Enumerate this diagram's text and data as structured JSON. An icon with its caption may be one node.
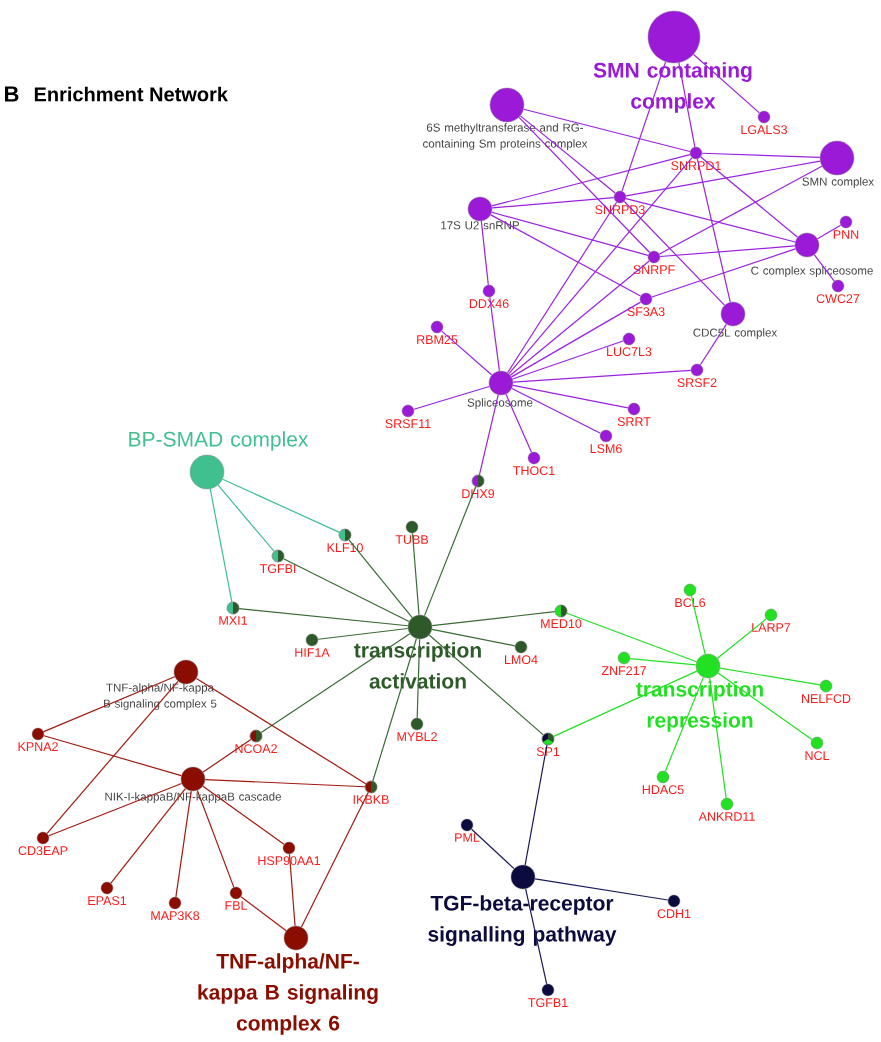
{
  "diagram": {
    "title": "Enrichment Network",
    "nodes": [
      {
        "text": [
          "SMN containing complex"
        ]
      },
      {
        "text": [
          "6S methyltransferase and RG-containing Sm proteins complex"
        ]
      },
      {
        "text": [
          "LGALS3"
        ]
      },
      {
        "text": [
          "SNRPD1"
        ]
      },
      {
        "text": [
          "SMN complex"
        ]
      },
      {
        "text": [
          "SNRPD3"
        ]
      },
      {
        "text": [
          "17S U2 snRNP"
        ]
      },
      {
        "text": [
          "PNN"
        ]
      },
      {
        "text": [
          "C complex spliceosome"
        ]
      },
      {
        "text": [
          "SNRPF"
        ]
      },
      {
        "text": [
          "CWC27"
        ]
      },
      {
        "text": [
          "DDX46"
        ]
      },
      {
        "text": [
          "SF3A3"
        ]
      },
      {
        "text": [
          "CDC5L complex"
        ]
      },
      {
        "text": [
          "RBM25"
        ]
      },
      {
        "text": [
          "LUC7L3"
        ]
      },
      {
        "text": [
          "SRSF2"
        ]
      },
      {
        "text": [
          "Spliceosome"
        ]
      },
      {
        "text": [
          "SRSF11"
        ]
      },
      {
        "text": [
          "SRRT"
        ]
      },
      {
        "text": [
          "LSM6"
        ]
      },
      {
        "text": [
          "BP-SMAD complex"
        ]
      },
      {
        "text": [
          "THOC1"
        ]
      },
      {
        "text": [
          "DHX9"
        ]
      },
      {
        "text": [
          "KLF10"
        ]
      },
      {
        "text": [
          "TUBB"
        ]
      },
      {
        "text": [
          "TGFBI"
        ]
      },
      {
        "text": [
          "BCL6"
        ]
      },
      {
        "text": [
          "MXI1"
        ]
      },
      {
        "text": [
          "MED10"
        ]
      },
      {
        "text": [
          "LARP7"
        ]
      },
      {
        "text": [
          "transcription activation"
        ]
      },
      {
        "text": [
          "HIF1A"
        ]
      },
      {
        "text": [
          "LMO4"
        ]
      },
      {
        "text": [
          "ZNF217"
        ]
      },
      {
        "text": [
          "transcription repression"
        ]
      },
      {
        "text": [
          "TNF-alpha/NF-kappa B signaling complex 5"
        ]
      },
      {
        "text": [
          "NELFCD"
        ]
      },
      {
        "text": [
          "KPNA2"
        ]
      },
      {
        "text": [
          "NCOA2"
        ]
      },
      {
        "text": [
          "MYBL2"
        ]
      },
      {
        "text": [
          "SP1"
        ]
      },
      {
        "text": [
          "NCL"
        ]
      },
      {
        "text": [
          "NIK-I-kappaB/NF-kappaB cascade"
        ]
      },
      {
        "text": [
          "IKBKB"
        ]
      },
      {
        "text": [
          "HDAC5"
        ]
      },
      {
        "text": [
          "ANKRD11"
        ]
      },
      {
        "text": [
          "PML"
        ]
      },
      {
        "text": [
          "HSP90AA1"
        ]
      },
      {
        "text": [
          "CD3EAP"
        ]
      },
      {
        "text": [
          "TGF-beta-receptor signalling pathway"
        ]
      },
      {
        "text": [
          "EPAS1"
        ]
      },
      {
        "text": [
          "FBL"
        ]
      },
      {
        "text": [
          "MAP3K8"
        ]
      },
      {
        "text": [
          "CDH1"
        ]
      },
      {
        "text": [
          "TNF-alpha/NF-kappa B signaling complex 6"
        ]
      },
      {
        "text": [
          "TGFB1"
        ]
      }
    ],
    "edges": [
      {
        "from": 0,
        "to": 3,
        "arrow": "none"
      },
      {
        "from": 0,
        "to": 5,
        "arrow": "none"
      },
      {
        "from": 0,
        "to": 2,
        "arrow": "none"
      },
      {
        "from": 1,
        "to": 3,
        "arrow": "none"
      },
      {
        "from": 1,
        "to": 5,
        "arrow": "none"
      },
      {
        "from": 1,
        "to": 9,
        "arrow": "none"
      },
      {
        "from": 4,
        "to": 3,
        "arrow": "none"
      },
      {
        "from": 4,
        "to": 5,
        "arrow": "none"
      },
      {
        "from": 4,
        "to": 9,
        "arrow": "none"
      },
      {
        "from": 6,
        "to": 3,
        "arrow": "none"
      },
      {
        "from": 6,
        "to": 5,
        "arrow": "none"
      },
      {
        "from": 6,
        "to": 9,
        "arrow": "none"
      },
      {
        "from": 6,
        "to": 12,
        "arrow": "none"
      },
      {
        "from": 6,
        "to": 11,
        "arrow": "none"
      },
      {
        "from": 8,
        "to": 3,
        "arrow": "none"
      },
      {
        "from": 8,
        "to": 5,
        "arrow": "none"
      },
      {
        "from": 8,
        "to": 9,
        "arrow": "none"
      },
      {
        "from": 8,
        "to": 12,
        "arrow": "none"
      },
      {
        "from": 8,
        "to": 7,
        "arrow": "none"
      },
      {
        "from": 8,
        "to": 10,
        "arrow": "none"
      },
      {
        "from": 13,
        "to": 3,
        "arrow": "none"
      },
      {
        "from": 13,
        "to": 5,
        "arrow": "none"
      },
      {
        "from": 13,
        "to": 16,
        "arrow": "none"
      },
      {
        "from": 17,
        "to": 3,
        "arrow": "none"
      },
      {
        "from": 17,
        "to": 5,
        "arrow": "none"
      },
      {
        "from": 17,
        "to": 9,
        "arrow": "none"
      },
      {
        "from": 17,
        "to": 12,
        "arrow": "none"
      },
      {
        "from": 17,
        "to": 11,
        "arrow": "none"
      },
      {
        "from": 17,
        "to": 14,
        "arrow": "none"
      },
      {
        "from": 17,
        "to": 15,
        "arrow": "none"
      },
      {
        "from": 17,
        "to": 16,
        "arrow": "none"
      },
      {
        "from": 17,
        "to": 18,
        "arrow": "none"
      },
      {
        "from": 17,
        "to": 19,
        "arrow": "none"
      },
      {
        "from": 17,
        "to": 20,
        "arrow": "none"
      },
      {
        "from": 17,
        "to": 22,
        "arrow": "none"
      },
      {
        "from": 17,
        "to": 23,
        "arrow": "none"
      },
      {
        "from": 21,
        "to": 24,
        "arrow": "none",
        "color": "#40bf8f"
      },
      {
        "from": 21,
        "to": 26,
        "arrow": "none",
        "color": "#40bf8f"
      },
      {
        "from": 21,
        "to": 28,
        "arrow": "none",
        "color": "#40bf8f"
      },
      {
        "from": 31,
        "to": 23,
        "arrow": "none",
        "color": "#3a6b35"
      },
      {
        "from": 31,
        "to": 24,
        "arrow": "none",
        "color": "#3a6b35"
      },
      {
        "from": 31,
        "to": 25,
        "arrow": "none",
        "color": "#3a6b35"
      },
      {
        "from": 31,
        "to": 26,
        "arrow": "none",
        "color": "#3a6b35"
      },
      {
        "from": 31,
        "to": 28,
        "arrow": "none",
        "color": "#3a6b35"
      },
      {
        "from": 31,
        "to": 32,
        "arrow": "none",
        "color": "#3a6b35"
      },
      {
        "from": 31,
        "to": 29,
        "arrow": "none",
        "color": "#3a6b35"
      },
      {
        "from": 31,
        "to": 33,
        "arrow": "none",
        "color": "#3a6b35"
      },
      {
        "from": 31,
        "to": 40,
        "arrow": "none",
        "color": "#3a6b35"
      },
      {
        "from": 31,
        "to": 39,
        "arrow": "none",
        "color": "#3a6b35"
      },
      {
        "from": 31,
        "to": 44,
        "arrow": "none",
        "color": "#3a6b35"
      },
      {
        "from": 31,
        "to": 41,
        "arrow": "none",
        "color": "#3a6b35"
      },
      {
        "from": 35,
        "to": 29,
        "arrow": "none",
        "color": "#22e022"
      },
      {
        "from": 35,
        "to": 27,
        "arrow": "none",
        "color": "#22e022"
      },
      {
        "from": 35,
        "to": 30,
        "arrow": "none",
        "color": "#22e022"
      },
      {
        "from": 35,
        "to": 34,
        "arrow": "none",
        "color": "#22e022"
      },
      {
        "from": 35,
        "to": 37,
        "arrow": "none",
        "color": "#22e022"
      },
      {
        "from": 35,
        "to": 42,
        "arrow": "none",
        "color": "#22e022"
      },
      {
        "from": 35,
        "to": 45,
        "arrow": "none",
        "color": "#22e022"
      },
      {
        "from": 35,
        "to": 46,
        "arrow": "none",
        "color": "#22e022"
      },
      {
        "from": 35,
        "to": 41,
        "arrow": "none",
        "color": "#22e022"
      },
      {
        "from": 50,
        "to": 41,
        "arrow": "none",
        "color": "#1a1a5a"
      },
      {
        "from": 50,
        "to": 47,
        "arrow": "none",
        "color": "#1a1a5a"
      },
      {
        "from": 50,
        "to": 54,
        "arrow": "none",
        "color": "#1a1a5a"
      },
      {
        "from": 50,
        "to": 56,
        "arrow": "none",
        "color": "#1a1a5a"
      },
      {
        "from": 36,
        "to": 38,
        "arrow": "none",
        "color": "#a01a10"
      },
      {
        "from": 36,
        "to": 49,
        "arrow": "none",
        "color": "#a01a10"
      },
      {
        "from": 36,
        "to": 44,
        "arrow": "none",
        "color": "#a01a10"
      },
      {
        "from": 43,
        "to": 38,
        "arrow": "none",
        "color": "#a01a10"
      },
      {
        "from": 43,
        "to": 49,
        "arrow": "none",
        "color": "#a01a10"
      },
      {
        "from": 43,
        "to": 39,
        "arrow": "none",
        "color": "#a01a10"
      },
      {
        "from": 43,
        "to": 44,
        "arrow": "none",
        "color": "#a01a10"
      },
      {
        "from": 43,
        "to": 51,
        "arrow": "none",
        "color": "#a01a10"
      },
      {
        "from": 43,
        "to": 53,
        "arrow": "none",
        "color": "#a01a10"
      },
      {
        "from": 43,
        "to": 52,
        "arrow": "none",
        "color": "#a01a10"
      },
      {
        "from": 43,
        "to": 48,
        "arrow": "none",
        "color": "#a01a10"
      },
      {
        "from": 55,
        "to": 52,
        "arrow": "none",
        "color": "#a01a10"
      },
      {
        "from": 55,
        "to": 48,
        "arrow": "none",
        "color": "#a01a10"
      },
      {
        "from": 55,
        "to": 44,
        "arrow": "none",
        "color": "#a01a10"
      }
    ],
    "labels": [
      "B"
    ]
  }
}
